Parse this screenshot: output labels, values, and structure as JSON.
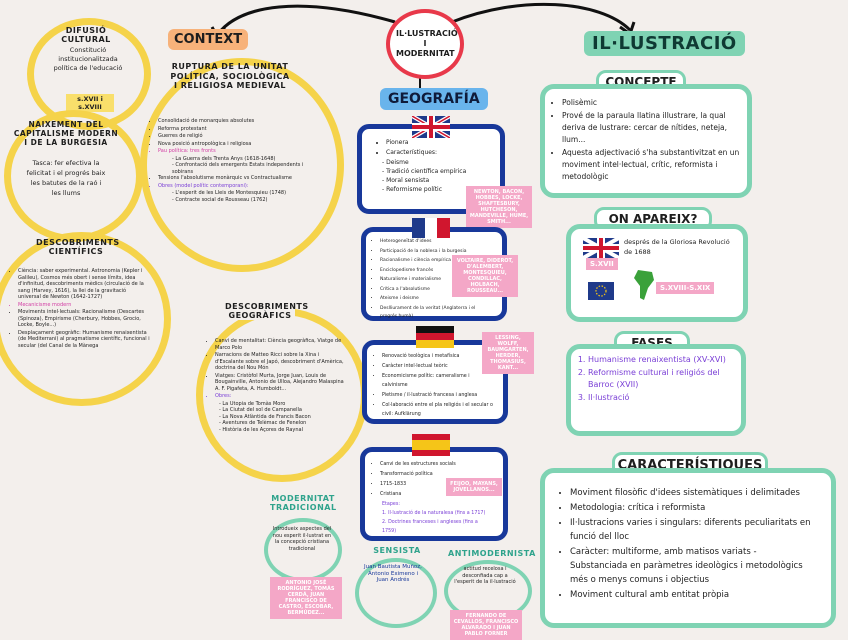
{
  "center": {
    "title": "IL·LUSTRACIÓ I MODERNITAT"
  },
  "context": {
    "label": "CONTEXT",
    "ruptura_title": "RUPTURA DE LA UNITAT POLÍTICA, SOCIOLÒGICA I RELIGIOSA MEDIEVAL",
    "items": [
      "Consolidació de monarquies absolutes",
      "Reforma protestant",
      "Guerres de religió",
      "Nova posició antropològica i religiosa",
      "Pau política: tres fronts",
      "- La Guerra dels Trenta Anys (1618-1648)",
      "- Confrontació dels emergents Estats independents i sobirans",
      "Tensions l'absolutisme monàrquic vs Contractualisme",
      "Obres (model polític contemporani):",
      "- L'esperit de les Lleis de Montesquieu (1748)",
      "- Contracte social de Rousseau (1762)"
    ]
  },
  "difusio": {
    "title": "DIFUSIÓ CULTURAL",
    "text": "Constitució institucionalitzada política de l'educació",
    "tag": "s.XVII i s.XVIII"
  },
  "naixement": {
    "title": "NAIXEMENT DEL CAPITALISME MODERN I DE LA BURGESIA",
    "text": "Tasca: fer efectiva la felicitat i el progrés baix les batutes de la raó i les llums"
  },
  "cientifics": {
    "title": "DESCOBRIMENTS CIENTÍFICS",
    "items": [
      "Ciència: saber experimental. Astronomia (Kepler i Galileu), Cosmos més obert i sense límits, idea d'infinitud, descobriments mèdics (circulació de la sang (Harvey, 1616), la llei de la gravitació universal de Newton (1642-1727)",
      "Mecanicisme modern",
      "Moviments intel·lectuals: Racionalisme (Descartes (Spinoza), Empirisme (Cherbury, Hobbes, Grocio, Locke, Boyle...)",
      "Desplaçament geogràfic: Humanisme renaixentista (de Mediterrani) al pragmatisme científic, funcional i secular (del Canal de la Mànega"
    ]
  },
  "geografics": {
    "title": "DESCOBRIMENTS GEOGRÀFICS",
    "items": [
      "Canvi de mentalitat: Ciència geogràfica, Viatge de Marco Polo",
      "Narracions de Matteo Ricci sobre la Xina i d'Escalante sobre el Japó, descobriment d'Amèrica, doctrina del Nou Món",
      "Viatges: Cristòfol Murta, Jorge Juan, Louis de Bougainville, Antonio de Ulloa, Alejandro Malaspina A. F. Pigafeta, A. Humboldt...",
      "Obres:",
      "- La Utopia de Tomàs Moro",
      "- La Ciutat del sol de Campanella",
      "- La Nova Atlàntida de Francis Bacon",
      "- Aventures de Telèmac de Fenelon",
      "- Història de les Açores de Raynal"
    ]
  },
  "modernitat": {
    "title": "MODERNITAT TRADICIONAL",
    "text": "Introdueix aspectes del nou esperit il·lustrat en la concepció cristiana tradicional",
    "note": "ANTONIO JOSÉ RODRÍGUEZ, TOMÁS CERDÁ, JUAN FRANCISCO DE CASTRO, ESCOBAR, BERMÚDEZ..."
  },
  "sensista": {
    "title": "SENSISTA",
    "text": "Juan Bautista Muñoz, Antonio Eximeno i Juan Andrés"
  },
  "antimodernista": {
    "title": "ANTIMODERNISTA",
    "text": "actitud recelosa i desconfiada cap a l'esperit de la il·lustració",
    "note": "FERNANDO DE CEVALLOS, FRANCISCO ALVARADO I JUAN PABLO FORNER"
  },
  "geografia": {
    "title": "GEOGRAFÍA",
    "uk": {
      "items": [
        "Pionera",
        "Característiques:",
        "- Deisme",
        "- Tradició científica empírica",
        "- Moral sensista",
        "- Reformisme polític"
      ],
      "note": "NEWTON, BACON, HOBBES, LOCKE, SHAFTESBURY, HUTCHESON, MANDEVILLE, HUME, SMITH..."
    },
    "fr": {
      "items": [
        "Heterogeneïtat d'idees",
        "Participació de la noblesa i la burgesia",
        "Racionalisme i ciència empírica",
        "Enciclopedisme francès",
        "Naturalisme i materialisme",
        "Crítica a l'absolutisme",
        "Ateisme i deisme",
        "Deslliurament de la veritat (Anglaterra i el progrés humà)"
      ],
      "note": "VOLTAIRE, DIDEROT, D'ALEMBERT, MONTESQUIEU, CONDILLAC, HOLBACH, ROUSSEAU..."
    },
    "de": {
      "items": [
        "Renovació teològica i metafísica",
        "Caràcter intel·lectual teòric",
        "Economicisme polític: cameralisme i calvinisme",
        "Pietisme / il·lustració francesa i anglesa",
        "Col·laboració entre el pla religiós i el secular o civil: Aufklärung"
      ],
      "note": "LESSING, WOLFF, BAUMGARTEN, HERDER, THOMASIUS, KANT..."
    },
    "es": {
      "items": [
        "Canvi de les estructures socials",
        "Transformació política",
        "1715-1833",
        "Cristiana",
        "Etapes:",
        "1. Il·lustració de la naturalesa (fins a 1717)",
        "2. Doctrines franceses i angleses (fins a 1759)"
      ],
      "note": "FEIJOO, MAYANS, JOVELLANOS..."
    }
  },
  "illustracio": {
    "title": "IL·LUSTRACIÓ",
    "concepte": {
      "title": "CONCEPTE",
      "items": [
        "Polisèmic",
        "Prové de la paraula llatina illustrare, la qual deriva de lustrare: cercar de nítides, neteja, llum...",
        "Aquesta adjectivació s'ha substantivitzat en un moviment intel·lectual, crític, reformista i metodològic"
      ]
    },
    "apareix": {
      "title": "ON APAREIX?",
      "text": "després de la Gloriosa Revolució de 1688",
      "tag1": "S.XVII",
      "tag2": "S.XVIII-S.XIX"
    },
    "fases": {
      "title": "FASES",
      "items": [
        "Humanisme renaixentista (XV-XVI)",
        "Reformisme cultural i religiós del Barroc (XVII)",
        "Il·lustració"
      ]
    },
    "caracteristiques": {
      "title": "CARACTERÍSTIQUES",
      "items": [
        "Moviment filosòfic d'idees sistemàtiques i delimitades",
        "Metodologia: crítica i reformista",
        "Il·lustracions varies i singulars: diferents peculiaritats en funció del lloc",
        "Caràcter: multiforme, amb matisos variats - Substanciada en paràmetres ideològics i metodològics més o menys comuns i objectius",
        "Moviment cultural amb entitat pròpia"
      ]
    }
  },
  "colors": {
    "yellow": "#f5d34a",
    "green": "#7fd3b3",
    "navy": "#18389a",
    "orange": "#f7b27a",
    "pink": "#f4a7c7",
    "skyblue": "#69b4ec",
    "red": "#e8394a"
  }
}
